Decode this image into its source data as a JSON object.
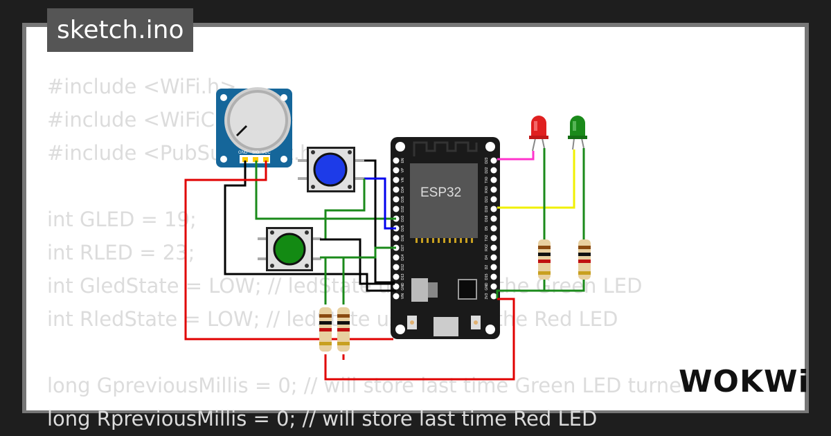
{
  "title": "sketch.ino",
  "brand": "WOKWi",
  "code_lines": [
    "#include <WiFi.h>",
    "#include <WiFiClient.h>",
    "#include <PubSubClient.h>",
    "",
    "int GLED = 19;",
    "int RLED = 23;",
    "int GledState = LOW; // ledState used to set the Green LED",
    "int RledState = LOW; // ledState used to set the Red LED",
    "",
    "long GpreviousMillis = 0; // will store last time Green LED turned",
    "long RpreviousMillis = 0; // will store last time Red LED"
  ],
  "board": {
    "label": "ESP32",
    "left_pins": [
      "EN",
      "VP",
      "VN",
      "D34",
      "D35",
      "D32",
      "D33",
      "D25",
      "D26",
      "D27",
      "D14",
      "D12",
      "D13",
      "GND",
      "VIN"
    ],
    "right_pins": [
      "D23",
      "D22",
      "TX0",
      "RX0",
      "D21",
      "D19",
      "D18",
      "D5",
      "TX2",
      "RX2",
      "D4",
      "D2",
      "D15",
      "GND",
      "3V3"
    ]
  },
  "pot_pins": [
    "GND",
    "SIG",
    "VCC"
  ],
  "colors": {
    "background": "#1e1e1e",
    "panel": "#ffffff",
    "code_text": "#dcdcdc",
    "wire_red": "#e00000",
    "wire_green": "#1a8a1a",
    "wire_black": "#000000",
    "wire_blue": "#0000ee",
    "wire_yellow": "#f0f000",
    "wire_magenta": "#ff33cc",
    "pot_board": "#15669a",
    "button_blue": "#1d3be8",
    "button_green": "#138a13",
    "led_red": "#e02020",
    "led_green": "#1a8a1a"
  }
}
